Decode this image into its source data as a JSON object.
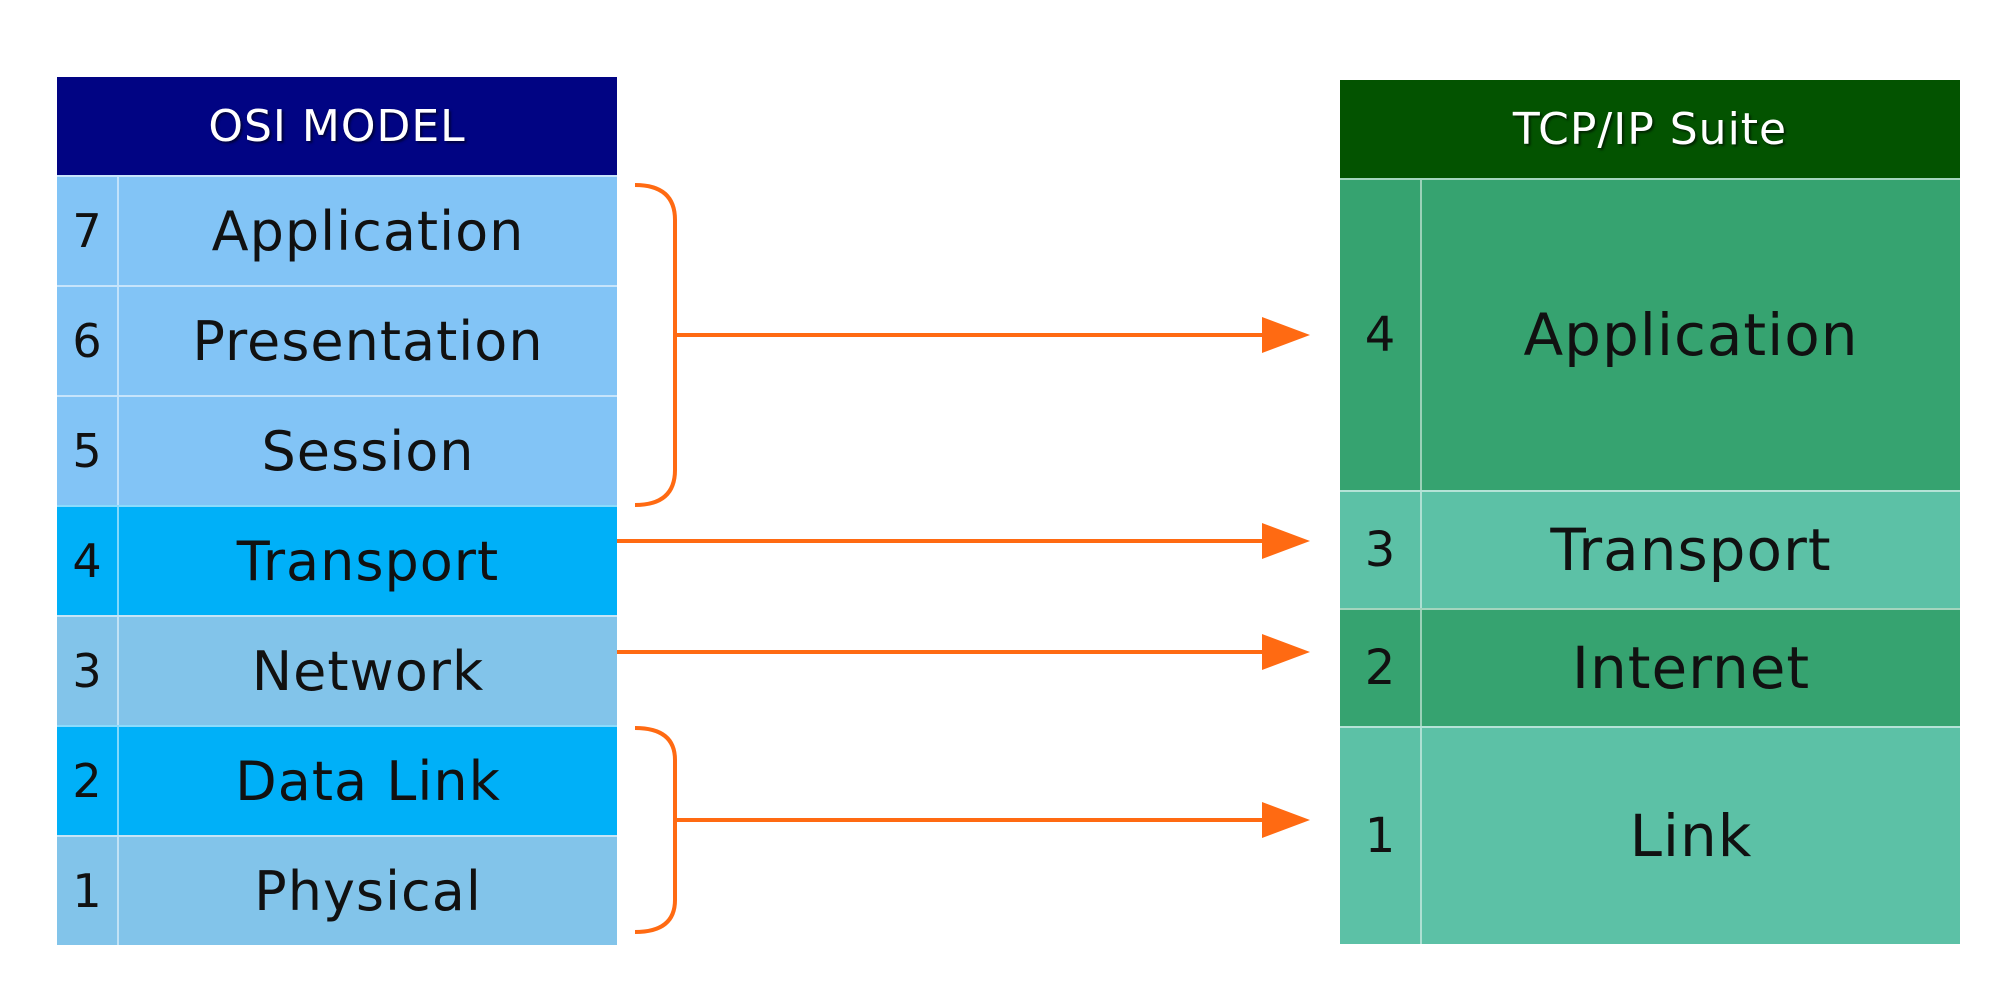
{
  "osi": {
    "title": "OSI MODEL",
    "layers": [
      {
        "num": "7",
        "label": "Application",
        "color": "#82C4F6"
      },
      {
        "num": "6",
        "label": "Presentation",
        "color": "#82C4F6"
      },
      {
        "num": "5",
        "label": "Session",
        "color": "#82C4F6"
      },
      {
        "num": "4",
        "label": "Transport",
        "color": "#00B0F8"
      },
      {
        "num": "3",
        "label": "Network",
        "color": "#82C4EA"
      },
      {
        "num": "2",
        "label": "Data Link",
        "color": "#00B0F8"
      },
      {
        "num": "1",
        "label": "Physical",
        "color": "#82C4EA"
      }
    ]
  },
  "tcp": {
    "title": "TCP/IP Suite",
    "layers": [
      {
        "num": "4",
        "label": "Application",
        "color": "#36A370"
      },
      {
        "num": "3",
        "label": "Transport",
        "color": "#5CC1A6"
      },
      {
        "num": "2",
        "label": "Internet",
        "color": "#36A370"
      },
      {
        "num": "1",
        "label": "Link",
        "color": "#5CC1A6"
      }
    ]
  },
  "arrow_color": "#FF6A12"
}
